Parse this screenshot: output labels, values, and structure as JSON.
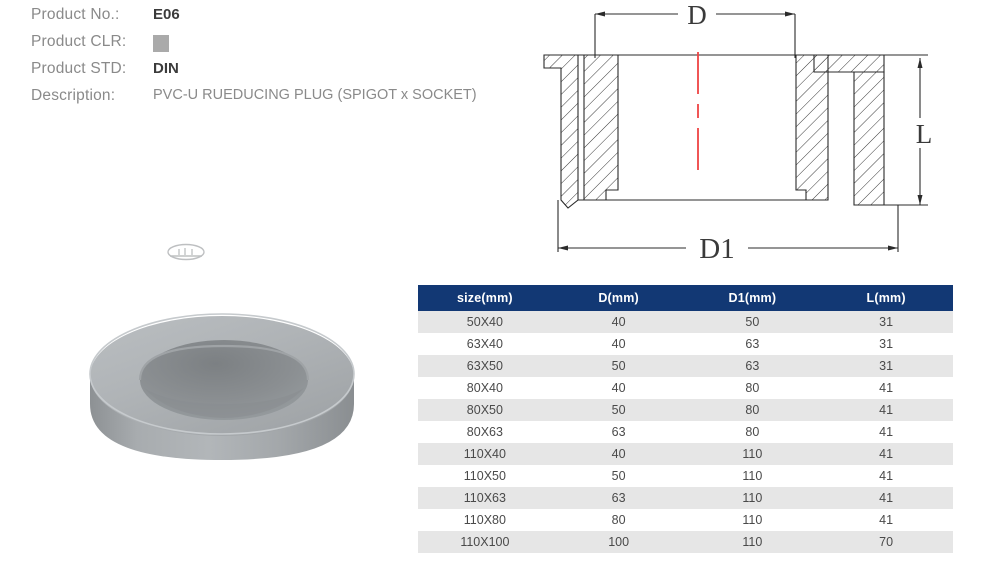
{
  "spec": {
    "rows": [
      {
        "label": "Product No.:",
        "value": "E06",
        "type": "text"
      },
      {
        "label": "Product CLR:",
        "value": "",
        "type": "swatch",
        "color": "#aaaaaa"
      },
      {
        "label": "Product STD:",
        "value": "DIN",
        "type": "text"
      },
      {
        "label": "Description:",
        "value": "PVC-U RUEDUCING PLUG (SPIGOT x SOCKET)",
        "type": "description"
      }
    ]
  },
  "product_photo": {
    "alt": "PVC-U reducing plug, grey, three-quarter view",
    "body_color": "#9fa3a6",
    "flange_top_color": "#b4b8bb",
    "bore_color": "#83878a",
    "logo": "embossed-oval-logo"
  },
  "drawing": {
    "title": "cross-section-drawing",
    "labels": {
      "d": "D",
      "d1": "D1",
      "l": "L"
    },
    "centerline_color": "#ef4444",
    "line_color": "#2b2b2b"
  },
  "table": {
    "headers": [
      "size(mm)",
      "D(mm)",
      "D1(mm)",
      "L(mm)"
    ],
    "header_bg": "#123874",
    "stripe_bg": "#e6e6e6",
    "rows": [
      [
        "50X40",
        "40",
        "50",
        "31"
      ],
      [
        "63X40",
        "40",
        "63",
        "31"
      ],
      [
        "63X50",
        "50",
        "63",
        "31"
      ],
      [
        "80X40",
        "40",
        "80",
        "41"
      ],
      [
        "80X50",
        "50",
        "80",
        "41"
      ],
      [
        "80X63",
        "63",
        "80",
        "41"
      ],
      [
        "110X40",
        "40",
        "110",
        "41"
      ],
      [
        "110X50",
        "50",
        "110",
        "41"
      ],
      [
        "110X63",
        "63",
        "110",
        "41"
      ],
      [
        "110X80",
        "80",
        "110",
        "41"
      ],
      [
        "110X100",
        "100",
        "110",
        "70"
      ]
    ]
  }
}
